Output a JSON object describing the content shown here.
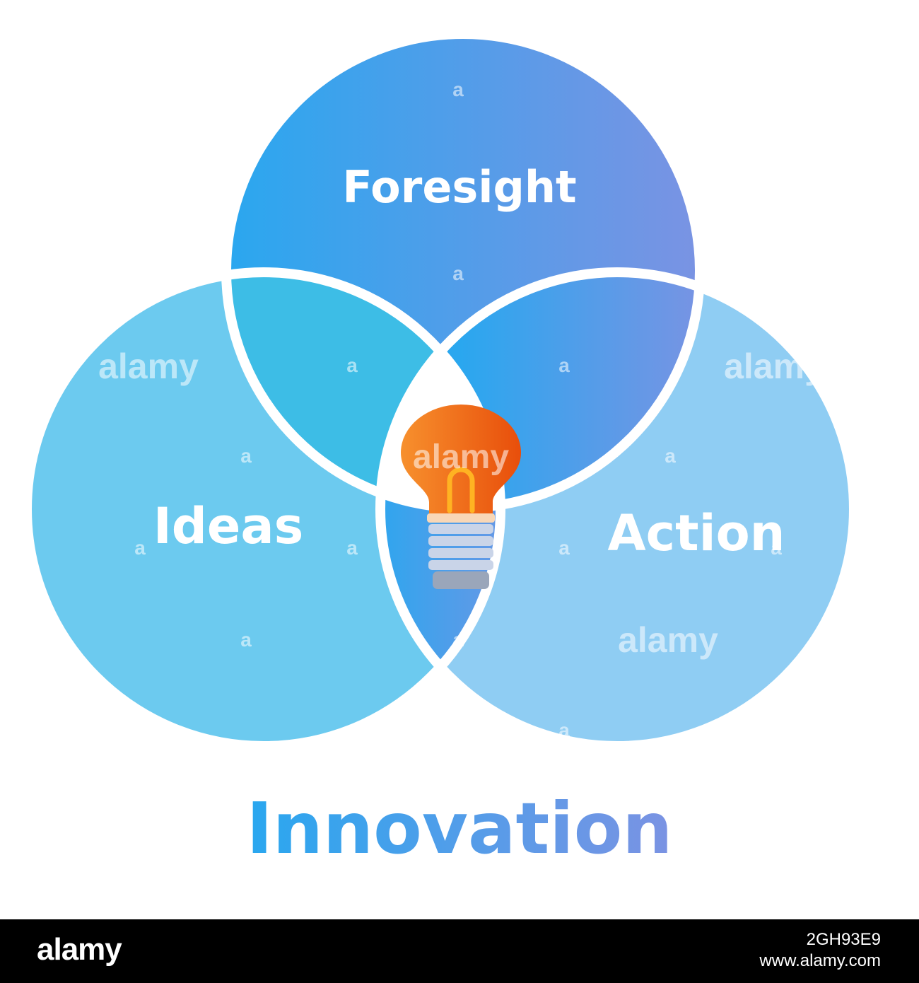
{
  "diagram": {
    "type": "venn",
    "title": "Innovation",
    "circles": [
      {
        "label": "Foresight",
        "color_start": "#2aa7ef",
        "color_end": "#7a93e3"
      },
      {
        "label": "Ideas",
        "color": "#6ccaef"
      },
      {
        "label": "Action",
        "color": "#8fcdf3"
      }
    ],
    "intersections": {
      "foresight_ideas": "#3dbde6",
      "foresight_action_start": "#2aa7ef",
      "foresight_action_end": "#7a93e3",
      "ideas_action_start": "#2aa7ef",
      "ideas_action_end": "#7a93e3",
      "center": "#ffffff"
    },
    "center_icon": "lightbulb-icon",
    "title_color_start": "#2aa7ef",
    "title_color_end": "#7a93e3"
  },
  "watermark": {
    "logo": "alamy",
    "mark": "a",
    "image_id": "2GH93E9",
    "site": "www.alamy.com"
  }
}
